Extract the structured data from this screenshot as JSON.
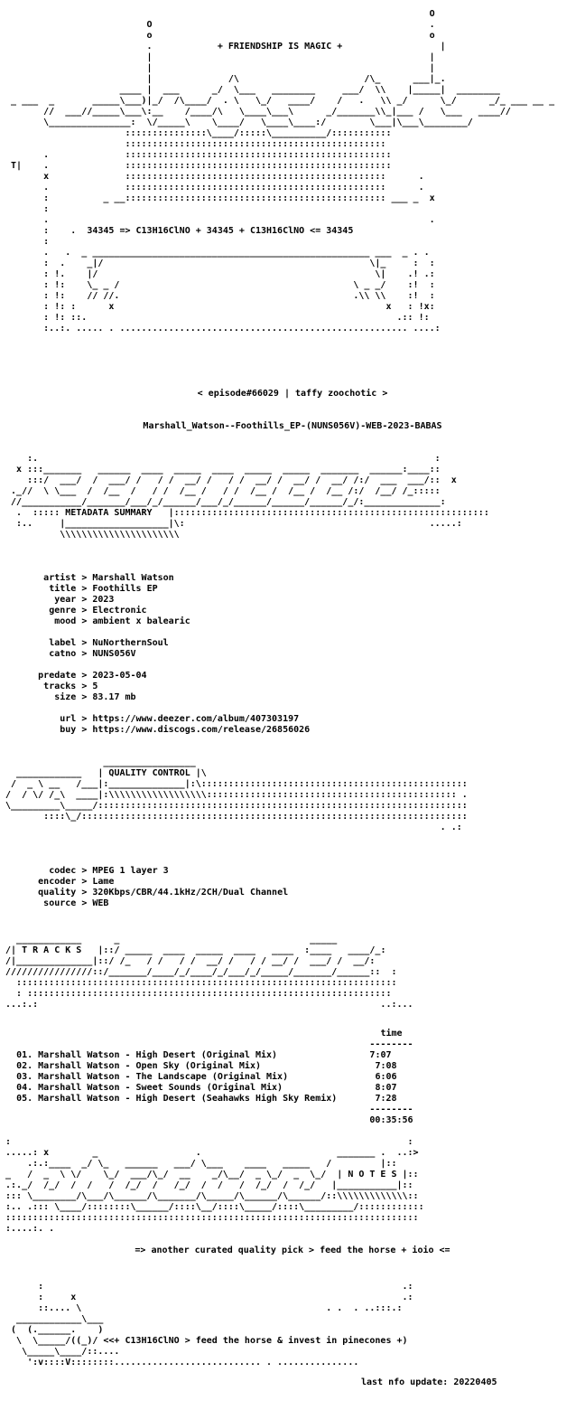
{
  "header": {
    "slogan": "+ FRIENDSHIP IS MAGIC +",
    "formula_line": "34345 => C13H16ClNO + 34345 + C13H16ClNO <= 34345"
  },
  "episode": "< episode#66029 | taffy zoochotic >",
  "release_name": "Marshall_Watson--Foothills_EP-(NUNS056V)-WEB-2023-BABAS",
  "metadata": {
    "section_title": "METADATA SUMMARY",
    "rows": [
      {
        "key": "artist",
        "value": "Marshall Watson"
      },
      {
        "key": "title",
        "value": "Foothills EP"
      },
      {
        "key": "year",
        "value": "2023"
      },
      {
        "key": "genre",
        "value": "Electronic"
      },
      {
        "key": "mood",
        "value": "ambient x balearic"
      },
      {
        "key": "label",
        "value": "NuNorthernSoul"
      },
      {
        "key": "catno",
        "value": "NUNS056V"
      },
      {
        "key": "predate",
        "value": "2023-05-04"
      },
      {
        "key": "tracks",
        "value": "5"
      },
      {
        "key": "size",
        "value": "83.17 mb"
      },
      {
        "key": "url",
        "value": "https://www.deezer.com/album/407303197"
      },
      {
        "key": "buy",
        "value": "https://www.discogs.com/release/26856026"
      }
    ]
  },
  "quality": {
    "section_title": "QUALITY CONTROL",
    "rows": [
      {
        "key": "codec",
        "value": "MPEG 1 layer 3"
      },
      {
        "key": "encoder",
        "value": "Lame"
      },
      {
        "key": "quality",
        "value": "320Kbps/CBR/44.1kHz/2CH/Dual Channel"
      },
      {
        "key": "source",
        "value": "WEB"
      }
    ]
  },
  "tracks": {
    "section_title": "T R A C K S",
    "time_header": "time",
    "list": [
      {
        "num": "01.",
        "title": "Marshall Watson - High Desert (Original Mix)",
        "time": "7:07"
      },
      {
        "num": "02.",
        "title": "Marshall Watson - Open Sky (Original Mix)",
        "time": "7:08"
      },
      {
        "num": "03.",
        "title": "Marshall Watson - The Landscape (Original Mix)",
        "time": "6:06"
      },
      {
        "num": "04.",
        "title": "Marshall Watson - Sweet Sounds (Original Mix)",
        "time": "8:07"
      },
      {
        "num": "05.",
        "title": "Marshall Watson - High Desert (Seahawks High Sky Remix)",
        "time": "7:28"
      }
    ],
    "total": "00:35:56"
  },
  "notes": {
    "section_title": "N O T E S",
    "text": "=> another curated quality pick > feed the horse + ioio <="
  },
  "footer": {
    "tagline": "<<+ C13H16ClNO > feed the horse & invest in pinecones +)",
    "last_update": "last nfo update: 20220405"
  }
}
